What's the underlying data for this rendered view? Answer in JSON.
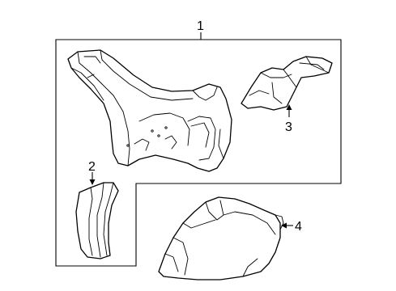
{
  "diagram": {
    "callouts": [
      {
        "id": "callout-1",
        "label": "1"
      },
      {
        "id": "callout-2",
        "label": "2"
      },
      {
        "id": "callout-3",
        "label": "3"
      },
      {
        "id": "callout-4",
        "label": "4"
      }
    ],
    "colors": {
      "line": "#000000",
      "background": "#ffffff"
    }
  }
}
